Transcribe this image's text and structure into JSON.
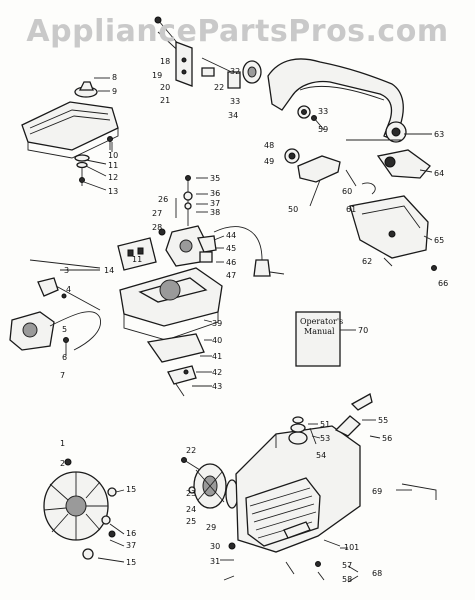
{
  "watermark": "AppliancePartsPros.com",
  "manual": {
    "line1": "Operator's",
    "line2": "Manual",
    "callout": "70"
  },
  "callouts": [
    "8",
    "9",
    "10",
    "11",
    "12",
    "13",
    "19",
    "18",
    "20",
    "21",
    "22",
    "32",
    "33",
    "34",
    "33",
    "59",
    "63",
    "48",
    "49",
    "60",
    "64",
    "50",
    "61",
    "65",
    "62",
    "66",
    "35",
    "36",
    "37",
    "38",
    "26",
    "27",
    "28",
    "44",
    "45",
    "46",
    "47",
    "11",
    "39",
    "40",
    "41",
    "42",
    "43",
    "3",
    "14",
    "4",
    "5",
    "6",
    "7",
    "51",
    "53",
    "55",
    "56",
    "54",
    "69",
    "1",
    "2",
    "15",
    "16",
    "37",
    "15",
    "22",
    "23",
    "24",
    "25",
    "29",
    "30",
    "31",
    "101",
    "57",
    "58",
    "68"
  ]
}
